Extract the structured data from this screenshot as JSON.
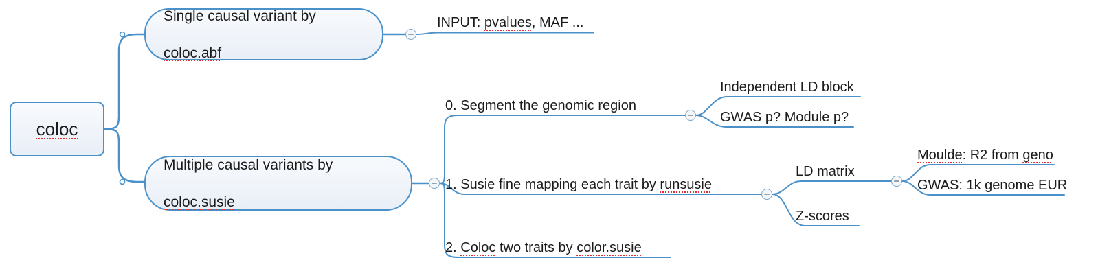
{
  "colors": {
    "accent": "#4a91c9",
    "squiggle": "#e0312f",
    "node_fill_top": "#f8fafd",
    "node_fill_bottom": "#e9eff7",
    "text": "#1b1b1b"
  },
  "nodes": {
    "root": {
      "segments": [
        {
          "t": "coloc",
          "sq": true
        }
      ]
    },
    "branch_abf": {
      "segments": [
        {
          "t": "Single causal variant by"
        },
        {
          "br": true
        },
        {
          "t": "coloc.abf",
          "sq": true
        }
      ]
    },
    "input_pvalues": {
      "segments": [
        {
          "t": "INPUT: "
        },
        {
          "t": "pvalues",
          "sq": true
        },
        {
          "t": ", MAF ..."
        }
      ]
    },
    "branch_susie": {
      "segments": [
        {
          "t": "Multiple causal variants by"
        },
        {
          "br": true
        },
        {
          "t": "coloc.susie",
          "sq": true
        }
      ]
    },
    "segment_region": {
      "segments": [
        {
          "t": "0. Segment the genomic region"
        }
      ]
    },
    "independent_ld": {
      "segments": [
        {
          "t": "Independent LD block"
        }
      ]
    },
    "gwas_module": {
      "segments": [
        {
          "t": "GWAS p? Module p?"
        }
      ]
    },
    "susie_mapping": {
      "segments": [
        {
          "t": "1. Susie fine mapping each trait by "
        },
        {
          "t": "runsusie",
          "sq": true
        }
      ]
    },
    "ld_matrix": {
      "segments": [
        {
          "t": "LD matrix"
        }
      ]
    },
    "moulde_r2": {
      "segments": [
        {
          "t": "Moulde",
          "sq": true
        },
        {
          "t": ": R2 from "
        },
        {
          "t": "geno",
          "sq": true
        }
      ]
    },
    "gwas_1k": {
      "segments": [
        {
          "t": "GWAS: 1k genome EUR"
        }
      ]
    },
    "z_scores": {
      "segments": [
        {
          "t": "Z-scores"
        }
      ]
    },
    "coloc_two_traits": {
      "segments": [
        {
          "t": "2. "
        },
        {
          "t": "Coloc",
          "sq": true
        },
        {
          "t": " two traits by "
        },
        {
          "t": "color.susie",
          "sq": true
        }
      ]
    }
  }
}
